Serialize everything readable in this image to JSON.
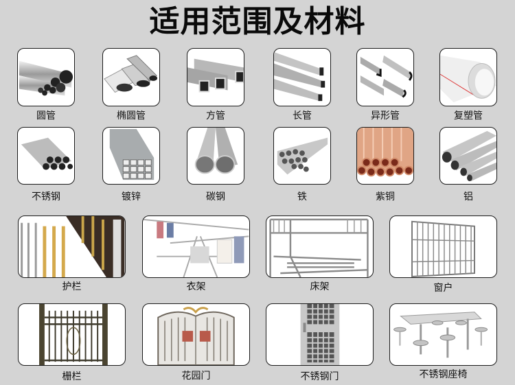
{
  "title": "适用范围及材料",
  "rows": [
    {
      "items": [
        {
          "label": "圆管",
          "icon": "round-pipe-icon"
        },
        {
          "label": "椭圆管",
          "icon": "oval-pipe-icon"
        },
        {
          "label": "方管",
          "icon": "square-pipe-icon"
        },
        {
          "label": "长管",
          "icon": "rectangular-pipe-icon"
        },
        {
          "label": "异形管",
          "icon": "profile-pipe-icon"
        },
        {
          "label": "复塑管",
          "icon": "plastic-composite-pipe-icon"
        }
      ]
    },
    {
      "items": [
        {
          "label": "不锈钢",
          "icon": "stainless-steel-pipe-icon"
        },
        {
          "label": "镀锌",
          "icon": "galvanized-pipe-icon"
        },
        {
          "label": "碳钢",
          "icon": "carbon-steel-pipe-icon"
        },
        {
          "label": "铁",
          "icon": "iron-pipe-icon"
        },
        {
          "label": "紫铜",
          "icon": "copper-pipe-icon"
        },
        {
          "label": "铝",
          "icon": "aluminum-pipe-icon"
        }
      ]
    },
    {
      "items": [
        {
          "label": "护栏",
          "icon": "railing-icon"
        },
        {
          "label": "衣架",
          "icon": "clothes-rack-icon"
        },
        {
          "label": "床架",
          "icon": "bed-frame-icon"
        },
        {
          "label": "窗户",
          "icon": "window-guard-icon"
        }
      ]
    },
    {
      "items": [
        {
          "label": "栅栏",
          "icon": "fence-icon"
        },
        {
          "label": "花园门",
          "icon": "garden-gate-icon"
        },
        {
          "label": "不锈钢门",
          "icon": "stainless-door-icon"
        },
        {
          "label": "不锈钢座椅",
          "icon": "stainless-table-seat-icon"
        }
      ]
    }
  ],
  "colors": {
    "background": "#d4d4d4",
    "card_border": "#1a1a1a",
    "copper": "#c47a55"
  }
}
